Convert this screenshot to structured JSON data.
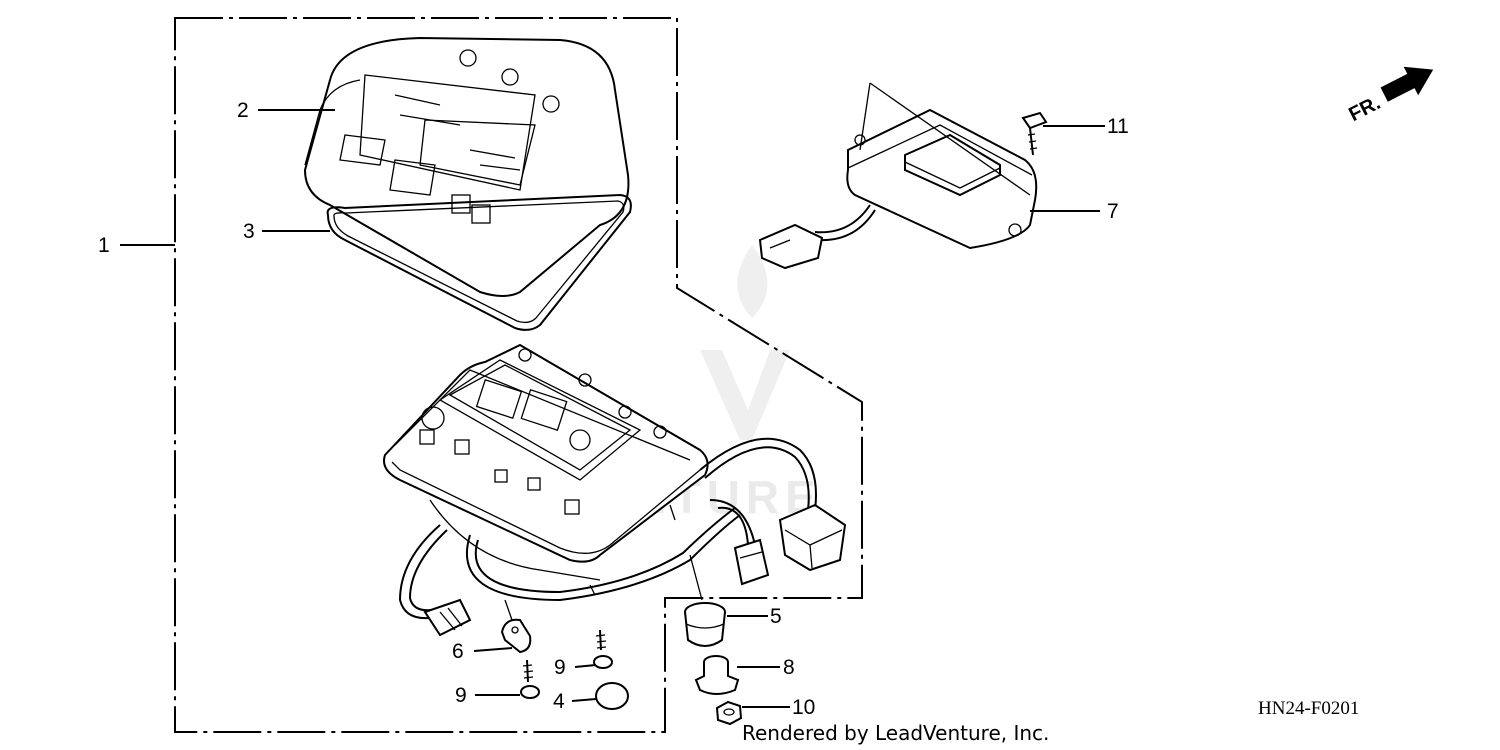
{
  "diagram": {
    "callouts": {
      "p1": "1",
      "p2": "2",
      "p3": "3",
      "p4": "4",
      "p5": "5",
      "p6": "6",
      "p7": "7",
      "p8": "8",
      "p9a": "9",
      "p9b": "9",
      "p10": "10",
      "p11": "11"
    },
    "direction_label": "FR.",
    "drawing_code": "HN24-F0201",
    "credit": "Rendered by LeadVenture, Inc.",
    "watermark": "VENTURE"
  }
}
